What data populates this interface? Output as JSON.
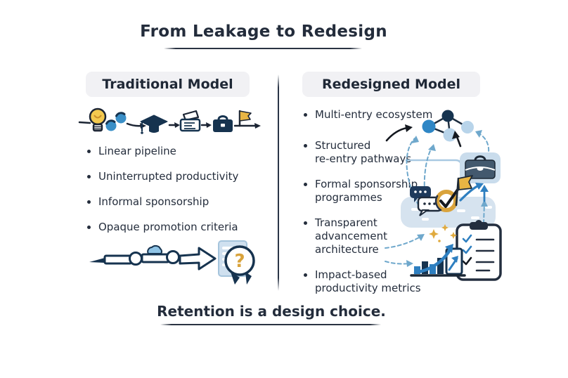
{
  "title": "From Leakage to Redesign",
  "caption": "Retention is a design choice.",
  "left_panel": {
    "header": "Traditional Model",
    "bullets": [
      "Linear pipeline",
      "Uninterrupted productivity",
      "Informal sponsorship",
      "Opaque promotion criteria"
    ],
    "flow_icons": [
      "lightbulb-icon",
      "progress-dots-icon",
      "graduation-cap-icon",
      "printer-icon",
      "briefcase-icon",
      "flag-icon",
      "arrow-icon"
    ],
    "pipeline_icons": [
      "pipeline-icon",
      "cloud-icon",
      "open-arrow-icon",
      "certificate-question-icon"
    ],
    "certificate_mark": "?"
  },
  "right_panel": {
    "header": "Redesigned Model",
    "bullets": [
      "Multi-entry ecosystem",
      "Structured\nre-entry pathways",
      "Formal sponsorship\nprogrammes",
      "Transparent\nadvancement\narchitecture",
      "Impact-based\nproductivity metrics"
    ],
    "illustration_icons": [
      "network-nodes-icon",
      "briefcase-tile-icon",
      "chat-bubbles-icon",
      "goal-check-icon",
      "flag-icon",
      "pool-icon",
      "checklist-clipboard-icon",
      "sparkles-icon",
      "growth-chart-icon",
      "dashed-arrows-icon"
    ]
  },
  "colors": {
    "background": "#ffffff",
    "ink": "#232c3b",
    "header_bg": "#f1f1f4",
    "navy": "#16334f",
    "blue": "#2e7fc0",
    "light_blue": "#b8d4ea",
    "pale_blue": "#d6e3ef",
    "gold": "#e8b544",
    "dashed_arrow": "#6fa8cc"
  }
}
